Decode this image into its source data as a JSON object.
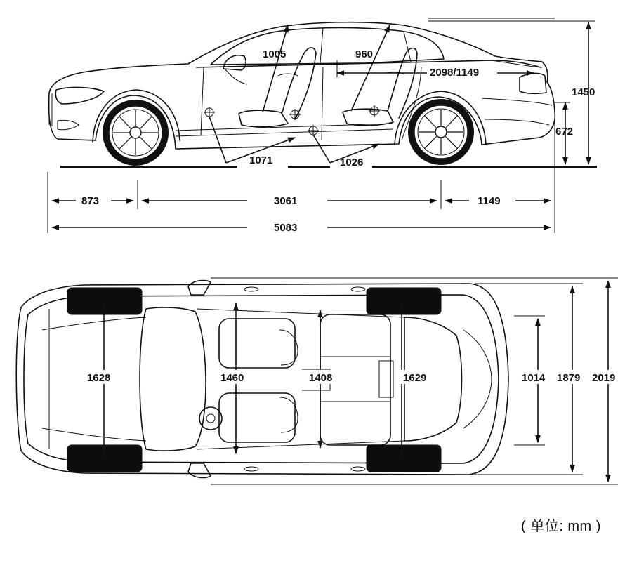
{
  "side_view": {
    "front_headroom": "1005",
    "rear_headroom": "960",
    "shoulder_spec": "2098/1149",
    "front_legroom": "1071",
    "rear_legroom": "1026",
    "overall_height": "1450",
    "ground_to_floor": "672",
    "front_overhang": "873",
    "wheelbase": "3061",
    "rear_overhang": "1149",
    "overall_length": "5083"
  },
  "top_view": {
    "front_track": "1628",
    "front_shoulder": "1460",
    "rear_shoulder": "1408",
    "rear_track": "1629",
    "trunk_width": "1014",
    "body_width": "1879",
    "width_with_mirrors": "2019"
  },
  "unit_label": "( 单位: mm )",
  "colors": {
    "line": "#111111",
    "tire": "#0d0d0d",
    "background": "#ffffff"
  }
}
